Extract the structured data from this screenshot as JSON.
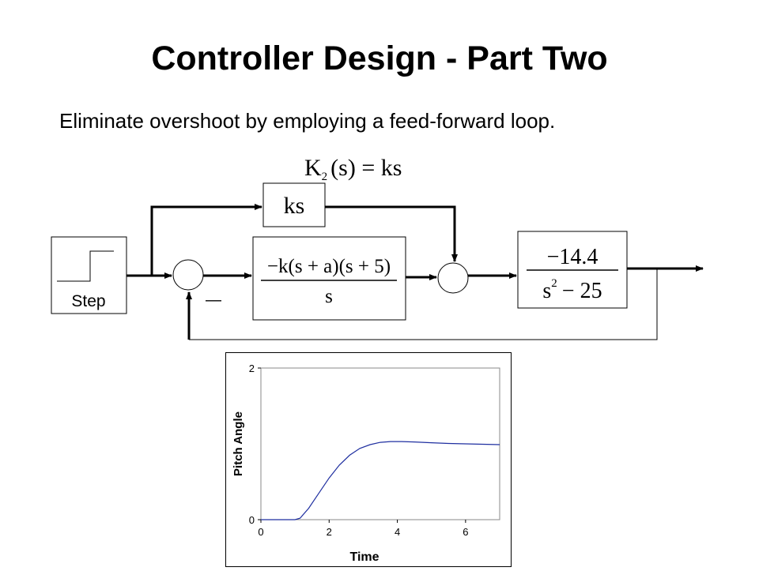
{
  "slide": {
    "title": "Controller Design - Part Two",
    "subtitle": "Eliminate overshoot by employing a feed-forward loop."
  },
  "diagram": {
    "feedforward_equation": {
      "K": "K",
      "subscript": "2",
      "rest": "(s) = ks"
    },
    "feedforward_block": "ks",
    "controller_block": {
      "numerator": "−k(s + a)(s + 5)",
      "denominator": "s"
    },
    "plant_block": {
      "numerator": "−14.4",
      "denominator_base": "s",
      "denominator_exp": "2",
      "denominator_rest": "− 25"
    },
    "step_label": "Step",
    "summing_sign": "—"
  },
  "chart_data": {
    "type": "line",
    "xlabel": "Time",
    "ylabel": "Pitch Angle",
    "xlim": [
      0,
      7
    ],
    "ylim": [
      0,
      2
    ],
    "xticks": [
      0,
      2,
      4,
      6
    ],
    "yticks": [
      0,
      2
    ],
    "series": [
      {
        "color": "#1f2fa0",
        "x": [
          0,
          1.0,
          1.15,
          1.4,
          1.7,
          2.0,
          2.3,
          2.6,
          2.9,
          3.2,
          3.5,
          3.8,
          4.1,
          4.5,
          5.0,
          5.5,
          6.0,
          6.5,
          7.0
        ],
        "y": [
          0,
          0,
          0.02,
          0.15,
          0.35,
          0.55,
          0.72,
          0.85,
          0.94,
          0.99,
          1.02,
          1.03,
          1.03,
          1.025,
          1.015,
          1.005,
          1.0,
          0.995,
          0.99
        ]
      }
    ]
  }
}
